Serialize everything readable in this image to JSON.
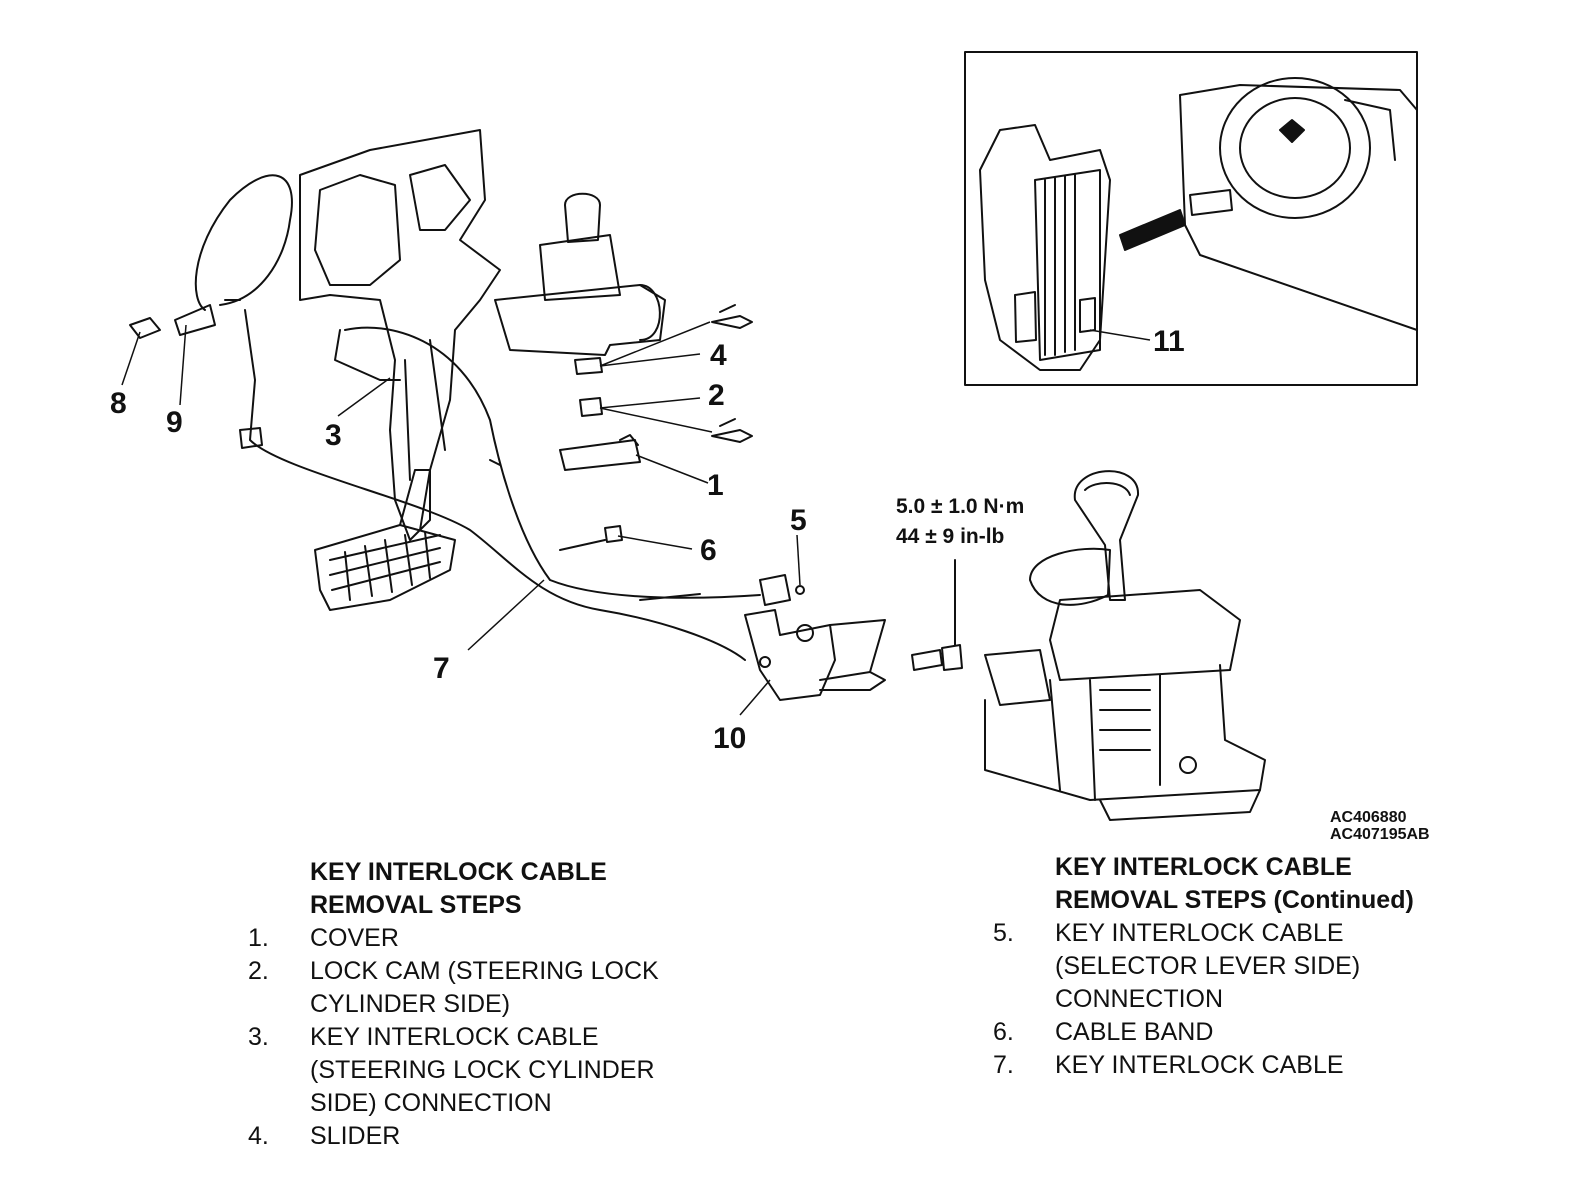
{
  "callouts": [
    "1",
    "2",
    "3",
    "4",
    "5",
    "6",
    "7",
    "8",
    "9",
    "10",
    "11"
  ],
  "torque": {
    "line1": "5.0 ± 1.0 N·m",
    "line2": "44 ± 9 in-lb"
  },
  "figure_codes": [
    "AC406880",
    "AC407195AB"
  ],
  "left_steps": {
    "title_line1": "KEY INTERLOCK CABLE",
    "title_line2": "REMOVAL STEPS",
    "items": [
      {
        "num": "1.",
        "text": "COVER"
      },
      {
        "num": "2.",
        "text": "LOCK CAM (STEERING LOCK\nCYLINDER SIDE)"
      },
      {
        "num": "3.",
        "text": "KEY INTERLOCK CABLE\n(STEERING LOCK CYLINDER\nSIDE) CONNECTION"
      },
      {
        "num": "4.",
        "text": "SLIDER"
      }
    ]
  },
  "right_steps": {
    "title_line1": "KEY INTERLOCK CABLE",
    "title_line2": "REMOVAL STEPS (Continued)",
    "items": [
      {
        "num": "5.",
        "text": "KEY INTERLOCK CABLE\n(SELECTOR LEVER SIDE)\nCONNECTION"
      },
      {
        "num": "6.",
        "text": "CABLE BAND"
      },
      {
        "num": "7.",
        "text": "KEY INTERLOCK CABLE"
      }
    ]
  }
}
